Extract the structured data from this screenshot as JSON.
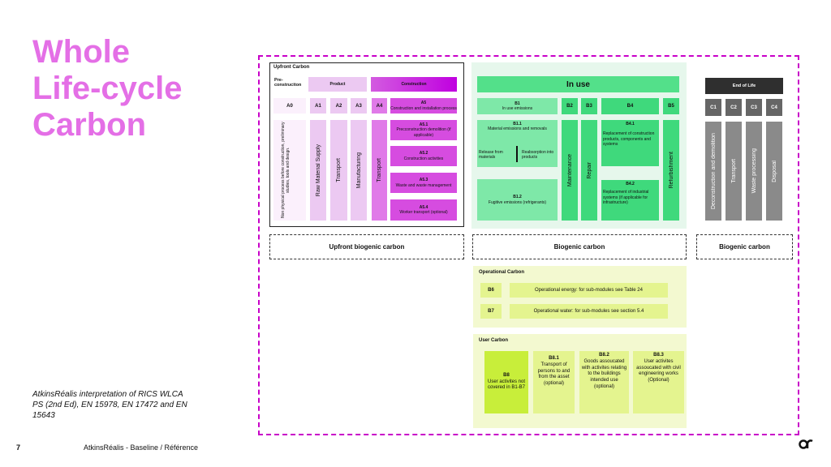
{
  "title": [
    "Whole",
    "Life-cycle",
    "Carbon"
  ],
  "note": "AtkinsRéalis interpretation of RICS WLCA PS (2nd Ed), EN 15978, EN 17472 and EN 15643",
  "footer": {
    "page": "7",
    "text": "AtkinsRéalis - Baseline / Référence"
  },
  "upfront": {
    "title": "Upfront Carbon",
    "pre": "Pre-construciton",
    "product": "Product",
    "construction": "Construction",
    "a0": "A0",
    "a1": "A1",
    "a2": "A2",
    "a3": "A3",
    "a4": "A4",
    "a5": "A5",
    "a5_desc": "Construction and installation process",
    "a0_col": "Non physical process before construction, preliminary studies, tools and design.",
    "a1_col": "Raw Material Supply",
    "a2_col": "Transport",
    "a3_col": "Manufacturing",
    "a4_col": "Transport",
    "a51": "A5.1",
    "a51_desc": "Precconstruction demolition (if applicable)",
    "a52": "A5.2",
    "a52_desc": "Construction activities",
    "a53": "A5.3",
    "a53_desc": "Waste and waste management",
    "a54": "A5.4",
    "a54_desc": "Worker transport (optional)",
    "biogenic": "Upfront biogenic carbon"
  },
  "inuse": {
    "title": "In use",
    "b1": "B1",
    "b1_desc": "In use emissions",
    "b2": "B2",
    "b3": "B3",
    "b4": "B4",
    "b5": "B5",
    "b11": "B1.1",
    "b11_desc": "Material emissions and removals",
    "release": "Release from materials",
    "reabsorb": "Reabsorption into products",
    "b12": "B1.2",
    "b12_desc": "Fugitive emissions (refrigerants)",
    "b2_col": "Maintenance",
    "b3_col": "Repair",
    "b5_col": "Refurbishment",
    "b41": "B4.1",
    "b41_desc": "Replacement of construction products, components and systems",
    "b42": "B4.2",
    "b42_desc": "Replacement of industrial systems (if applicable for infrastructure)",
    "biogenic": "Biogenic carbon"
  },
  "eol": {
    "title": "End of Life",
    "c1": "C1",
    "c2": "C2",
    "c3": "C3",
    "c4": "C4",
    "c1_col": "Deconstruction and demolition",
    "c2_col": "Transport",
    "c3_col": "Waste processing",
    "c4_col": "Disposal",
    "biogenic": "Biogenic carbon"
  },
  "operational": {
    "title": "Operational Carbon",
    "b6": "B6",
    "b6_desc": "Operational energy: for sub-modules see Table 24",
    "b7": "B7",
    "b7_desc": "Operational water: for sub-modules see section 5.4"
  },
  "user": {
    "title": "User Carbon",
    "b8": "B8",
    "b8_desc": "User activites not covered in B1-B7",
    "b81": "B8.1",
    "b81_desc": "Transport of persons to and from the asset (optional)",
    "b82": "B8.2",
    "b82_desc": "Goods assoucated with activites relating to the buildings intended use (optional)",
    "b83": "B8.3",
    "b83_desc": "User activites assoucated with civil engineering works (Optional)"
  },
  "colors": {
    "title": "#e46fe6",
    "frame": "#c800c8"
  }
}
